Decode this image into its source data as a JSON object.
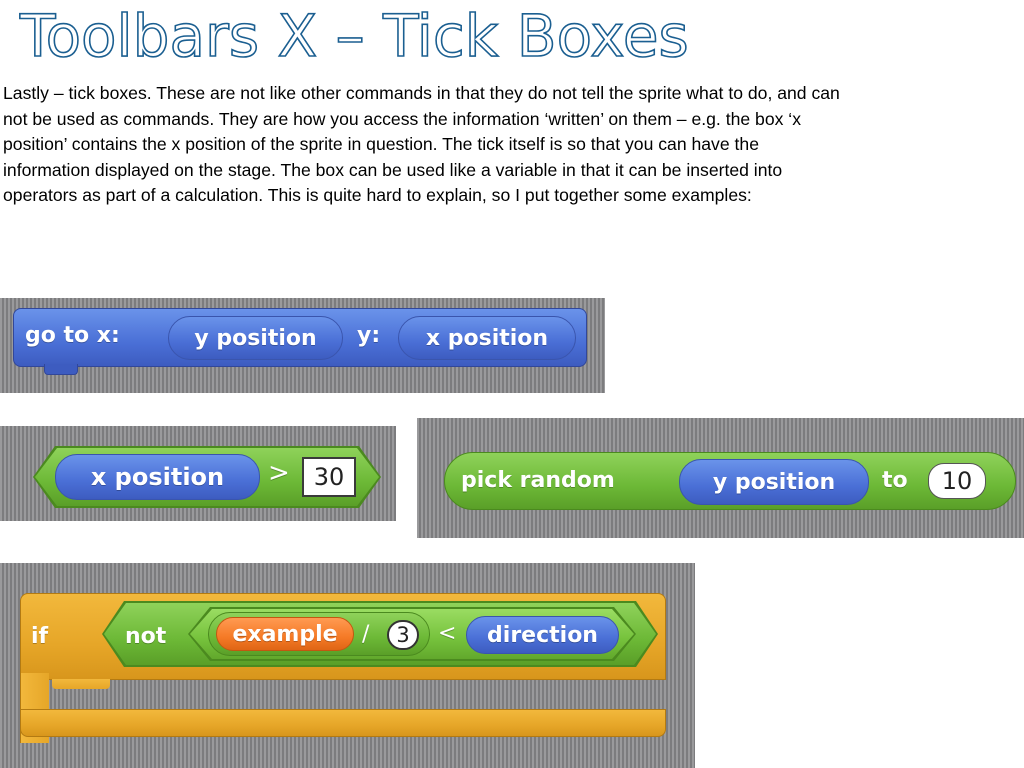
{
  "title": "Toolbars X – Tick Boxes",
  "body": "Lastly – tick boxes.  These are not like other commands in that they do not tell the sprite what to do, and can not be used as commands.  They are how you access the information ‘written’ on them – e.g. the box ‘x position’ contains the x position of the sprite in question.  The tick itself is so that you can have the information displayed on the stage.  The box can be used like a variable in that it can be inserted into operators as part of a calculation.  This is quite hard to explain, so I put together some examples:",
  "colors": {
    "motion_blue": "#4a6fd6",
    "operator_green": "#6cb836",
    "control_orange": "#e6a628",
    "variable_orange": "#f57a26",
    "title_outline": "#1b5f91"
  },
  "example1": {
    "block_label": "go to x:",
    "reporter1": "y position",
    "separator": "y:",
    "reporter2": "x position"
  },
  "example2": {
    "reporter": "x position",
    "operator": ">",
    "value": "30"
  },
  "example3": {
    "block_label": "pick random",
    "reporter": "y position",
    "separator": "to",
    "value": "10"
  },
  "example4": {
    "if_label": "if",
    "not_label": "not",
    "variable": "example",
    "divide": "/",
    "value": "3",
    "compare": "<",
    "reporter": "direction"
  }
}
